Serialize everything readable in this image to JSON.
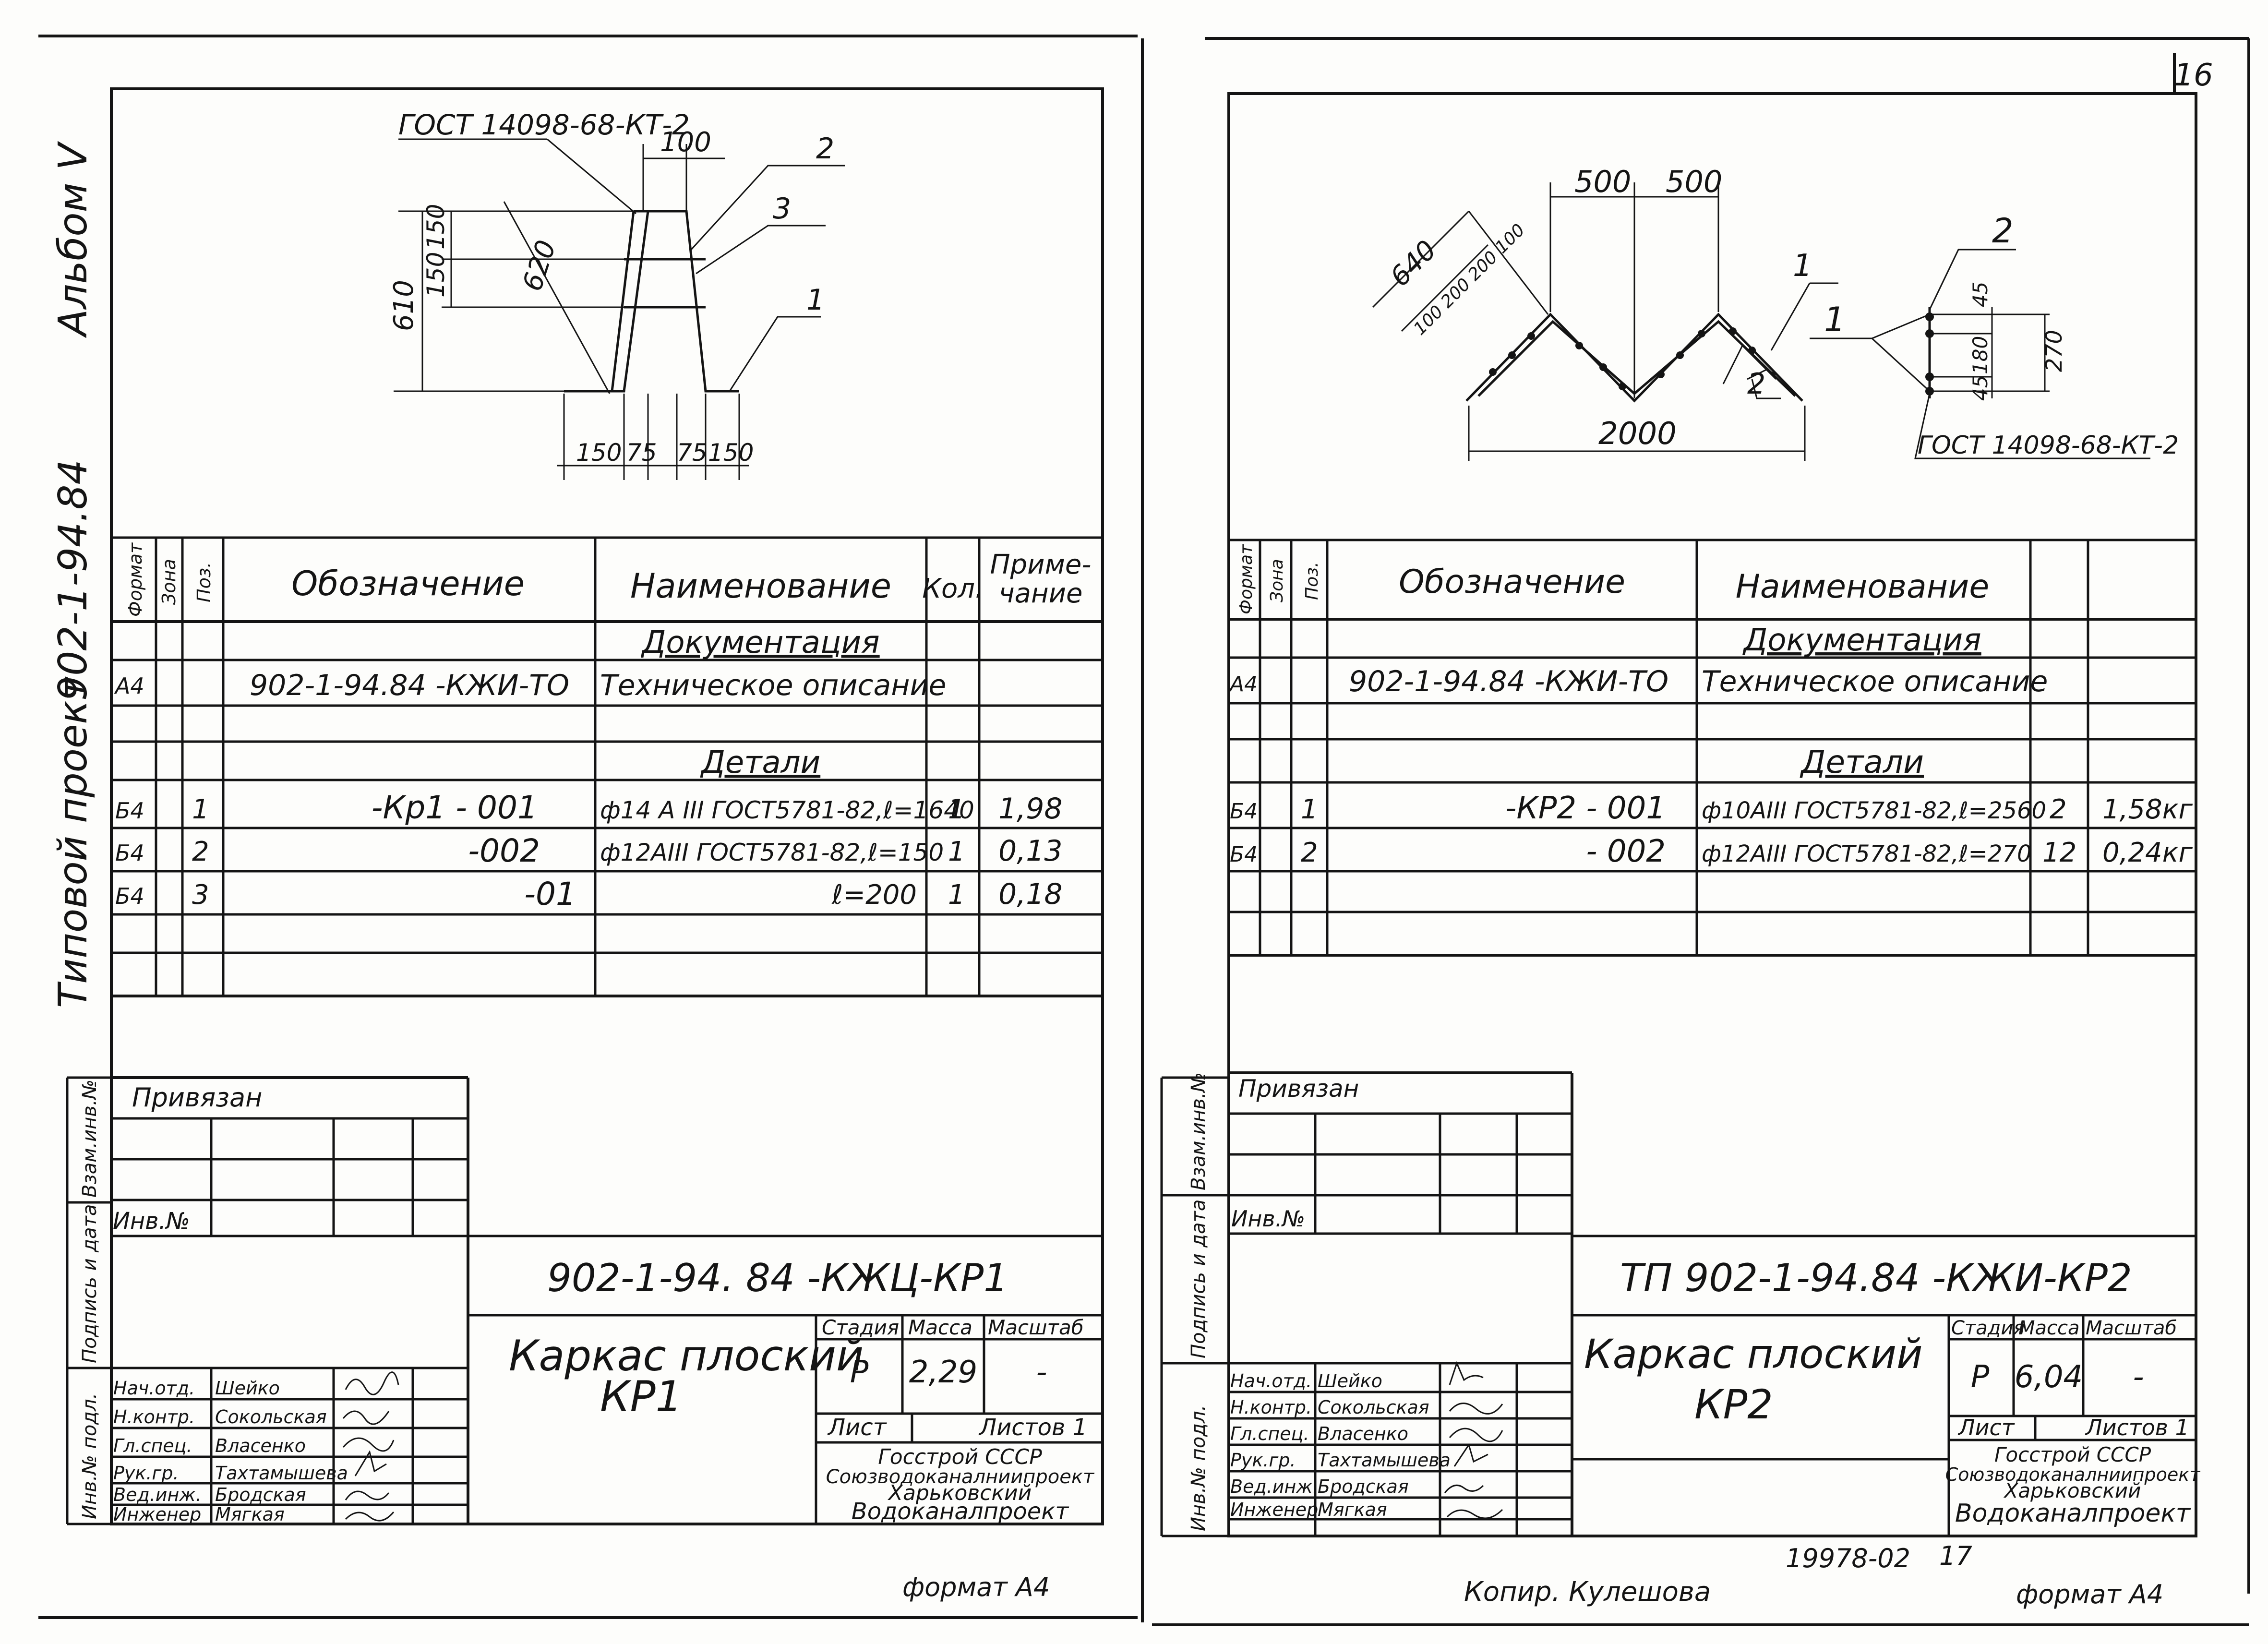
{
  "page_number": "16",
  "side": {
    "album": "Альбом V",
    "code": "902-1-94.84",
    "project": "Типовой проект"
  },
  "left": {
    "gost": "ГОСТ 14098-68-КТ-2",
    "callouts": [
      "2",
      "3",
      "1"
    ],
    "dims": {
      "top": "100",
      "h150a": "150",
      "h150b": "150",
      "h610": "610",
      "h620": "620",
      "b150l": "150",
      "b75l": "75",
      "b75r": "75",
      "b150r": "150"
    },
    "headers": {
      "format": "Формат",
      "zone": "Зона",
      "pos": "Поз.",
      "designation": "Обозначение",
      "name": "Наименование",
      "qty": "Кол.",
      "note1": "Приме-",
      "note2": "чание"
    },
    "rows": [
      {
        "format": "",
        "pos": "",
        "designation": "",
        "name": "Документация",
        "qty": "",
        "note": ""
      },
      {
        "format": "А4",
        "pos": "",
        "designation": "902-1-94.84 -КЖИ-ТО",
        "name": "Техническое описание",
        "qty": "",
        "note": ""
      },
      {
        "format": "",
        "pos": "",
        "designation": "",
        "name": "",
        "qty": "",
        "note": ""
      },
      {
        "format": "",
        "pos": "",
        "designation": "",
        "name": "Детали",
        "qty": "",
        "note": ""
      },
      {
        "format": "Б4",
        "pos": "1",
        "designation": "-Кр1 - 001",
        "name": "ф14 А III ГОСТ5781-82,ℓ=1640",
        "qty": "1",
        "note": "1,98"
      },
      {
        "format": "Б4",
        "pos": "2",
        "designation": "-002",
        "name": "ф12АIII ГОСТ5781-82,ℓ=150",
        "qty": "1",
        "note": "0,13"
      },
      {
        "format": "Б4",
        "pos": "3",
        "designation": "-01",
        "name": "ℓ=200",
        "qty": "1",
        "note": "0,18"
      },
      {
        "format": "",
        "pos": "",
        "designation": "",
        "name": "",
        "qty": "",
        "note": ""
      },
      {
        "format": "",
        "pos": "",
        "designation": "",
        "name": "",
        "qty": "",
        "note": ""
      }
    ],
    "privyazan": "Привязан",
    "inv_no": "Инв.№",
    "stamp_code": "902-1-94. 84 -КЖЦ-КР1",
    "title": [
      "Каркас плоский",
      "КР1"
    ],
    "stage_h": "Стадия",
    "mass_h": "Масса",
    "scale_h": "Масштаб",
    "stage": "Р",
    "mass": "2,29",
    "scale": "-",
    "sheet_label": "Лист",
    "sheets_label": "Листов 1",
    "org": [
      "Госстрой СССР",
      "Союзводоканалниипроект",
      "Харьковский",
      "Водоканалпроект"
    ],
    "signers": [
      {
        "role": "Нач.отд.",
        "name": "Шейко"
      },
      {
        "role": "Н.контр.",
        "name": "Сокольская"
      },
      {
        "role": "Гл.спец.",
        "name": "Власенко"
      },
      {
        "role": "Рук.гр.",
        "name": "Тахтамышева"
      },
      {
        "role": "Вед.инж.",
        "name": "Бродская"
      },
      {
        "role": "Инженер",
        "name": "Мягкая"
      }
    ],
    "side_labels": [
      "Взам.инв.№",
      "Подпись и дата",
      "Инв.№ подл."
    ],
    "format": "формат А4"
  },
  "right": {
    "gost": "ГОСТ 14098-68-КТ-2",
    "dims": {
      "d500a": "500",
      "d500b": "500",
      "d640": "640",
      "d100s": "100 200 200 100",
      "d2000": "2000",
      "d45a": "45",
      "d180": "180",
      "d45b": "45",
      "d270": "270"
    },
    "callouts": [
      "1",
      "2",
      "2",
      "1"
    ],
    "headers": {
      "format": "Формат",
      "zone": "Зона",
      "pos": "Поз.",
      "designation": "Обозначение",
      "name": "Наименование"
    },
    "rows": [
      {
        "format": "",
        "pos": "",
        "designation": "",
        "name": "Документация",
        "qty": "",
        "note": ""
      },
      {
        "format": "А4",
        "pos": "",
        "designation": "902-1-94.84 -КЖИ-ТО",
        "name": "Техническое описание",
        "qty": "",
        "note": ""
      },
      {
        "format": "",
        "pos": "",
        "designation": "",
        "name": "",
        "qty": "",
        "note": ""
      },
      {
        "format": "",
        "pos": "",
        "designation": "",
        "name": "Детали",
        "qty": "",
        "note": ""
      },
      {
        "format": "Б4",
        "pos": "1",
        "designation": "-КР2 - 001",
        "name": "ф10АIII ГОСТ5781-82,ℓ=2560",
        "qty": "2",
        "note": "1,58кг"
      },
      {
        "format": "Б4",
        "pos": "2",
        "designation": "- 002",
        "name": "ф12АIII ГОСТ5781-82,ℓ=270",
        "qty": "12",
        "note": "0,24кг"
      },
      {
        "format": "",
        "pos": "",
        "designation": "",
        "name": "",
        "qty": "",
        "note": ""
      },
      {
        "format": "",
        "pos": "",
        "designation": "",
        "name": "",
        "qty": "",
        "note": ""
      }
    ],
    "privyazan": "Привязан",
    "inv_no": "Инв.№",
    "stamp_code": "ТП 902-1-94.84 -КЖИ-КР2",
    "title": [
      "Каркас плоский",
      "КР2"
    ],
    "stage_h": "Стадия",
    "mass_h": "Масса",
    "scale_h": "Масштаб",
    "stage": "Р",
    "mass": "6,04",
    "scale": "-",
    "sheet_label": "Лист",
    "sheets_label": "Листов 1",
    "org": [
      "Госстрой СССР",
      "Союзводоканалниипроект",
      "Харьковский",
      "Водоканалпроект"
    ],
    "signers": [
      {
        "role": "Нач.отд.",
        "name": "Шейко"
      },
      {
        "role": "Н.контр.",
        "name": "Сокольская"
      },
      {
        "role": "Гл.спец.",
        "name": "Власенко"
      },
      {
        "role": "Рук.гр.",
        "name": "Тахтамышева"
      },
      {
        "role": "Вед.инж.",
        "name": "Бродская"
      },
      {
        "role": "Инженер",
        "name": "Мягкая"
      }
    ],
    "side_labels": [
      "Взам.инв.№",
      "Подпись и дата",
      "Инв.№ подл."
    ],
    "format": "формат А4",
    "copier": "Копир. Кулешова",
    "doc_number": "19978-02",
    "sheet_no": "17"
  }
}
